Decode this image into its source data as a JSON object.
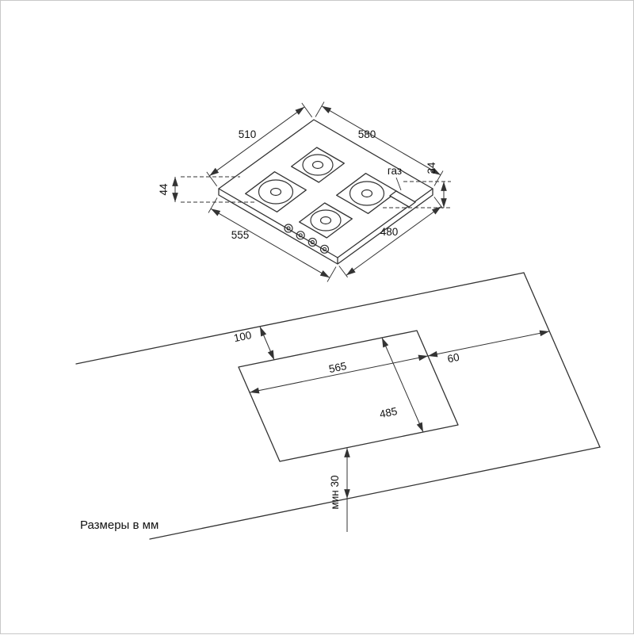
{
  "footnote": "Размеры в мм",
  "hob_view": {
    "top_depth": "510",
    "top_width": "580",
    "gas_label": "газ",
    "height_right": "34",
    "height_left": "44",
    "body_width": "555",
    "body_depth": "480"
  },
  "cutout_view": {
    "back_offset": "100",
    "side_offset": "60",
    "cutout_width": "565",
    "cutout_depth": "485",
    "front_clearance": "мин 30"
  },
  "colors": {
    "line": "#333333",
    "text": "#111111",
    "background": "#ffffff",
    "frame": "#c8c8c8"
  }
}
